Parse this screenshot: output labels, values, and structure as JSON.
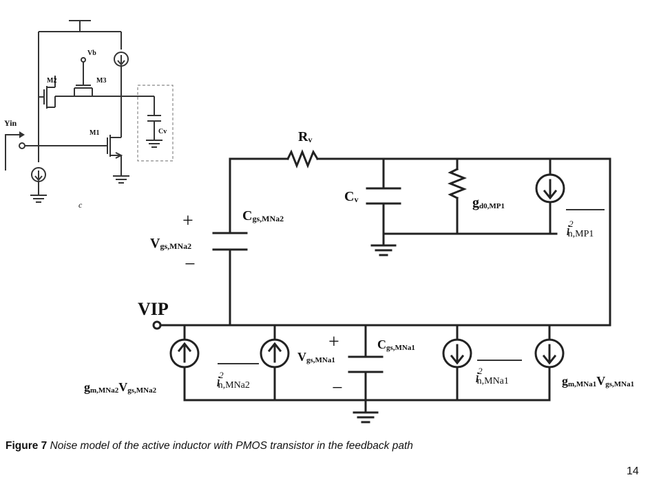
{
  "inset": {
    "m1": "M1",
    "m2": "M2",
    "m3": "M3",
    "vb": "Vb",
    "cv": "Cv",
    "yin": "Yin",
    "c": "c"
  },
  "main": {
    "rv": "R",
    "rv_sub": "v",
    "cv": "C",
    "cv_sub": "v",
    "gd0": "g",
    "gd0_sub": "d0,MP1",
    "in_mp1": "i",
    "in_mp1_sup": "2",
    "in_mp1_sub": "n,MP1",
    "cgs2": "C",
    "cgs2_sub": "gs,MNa2",
    "vgs2": "V",
    "vgs2_sub": "gs,MNa2",
    "plus": "+",
    "minus": "−",
    "vip": "VIP",
    "gm2_a": "g",
    "gm2_a_sub": "m,MNa2",
    "gm2_b": "V",
    "gm2_b_sub": "gs,MNa2",
    "in_mna2": "i",
    "in_mna2_sup": "2",
    "in_mna2_sub": "n,MNa2",
    "vgs1": "V",
    "vgs1_sub": "gs,MNa1",
    "cgs1": "C",
    "cgs1_sub": "gs,MNa1",
    "in_mna1": "i",
    "in_mna1_sup": "2",
    "in_mna1_sub": "n,MNa1",
    "gm1_a": "g",
    "gm1_a_sub": "m,MNa1",
    "gm1_b": "V",
    "gm1_b_sub": "gs,MNa1"
  },
  "caption": {
    "figure": "Figure 7",
    "text": "Noise model of the active inductor with PMOS transistor in the feedback path"
  },
  "page_number": "14"
}
